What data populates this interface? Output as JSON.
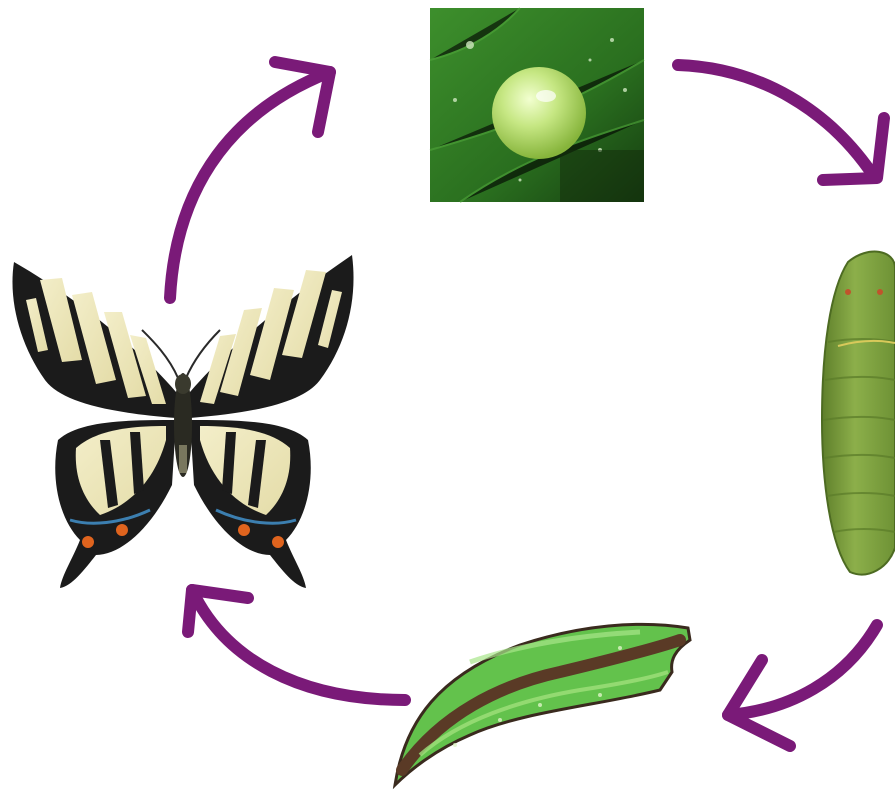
{
  "diagram": {
    "type": "life-cycle",
    "stages": [
      {
        "name": "egg"
      },
      {
        "name": "caterpillar"
      },
      {
        "name": "chrysalis"
      },
      {
        "name": "butterfly"
      }
    ],
    "arrow_color": "#7a1a78",
    "colors": {
      "leaf": "#2f7f26",
      "egg": "#bfe07a",
      "caterpillar": "#7ea23f",
      "chrysalis": "#5fbf4a",
      "butterfly_dark": "#1a1a1a",
      "butterfly_light": "#efe9c0",
      "butterfly_accent": "#e0641e"
    }
  }
}
